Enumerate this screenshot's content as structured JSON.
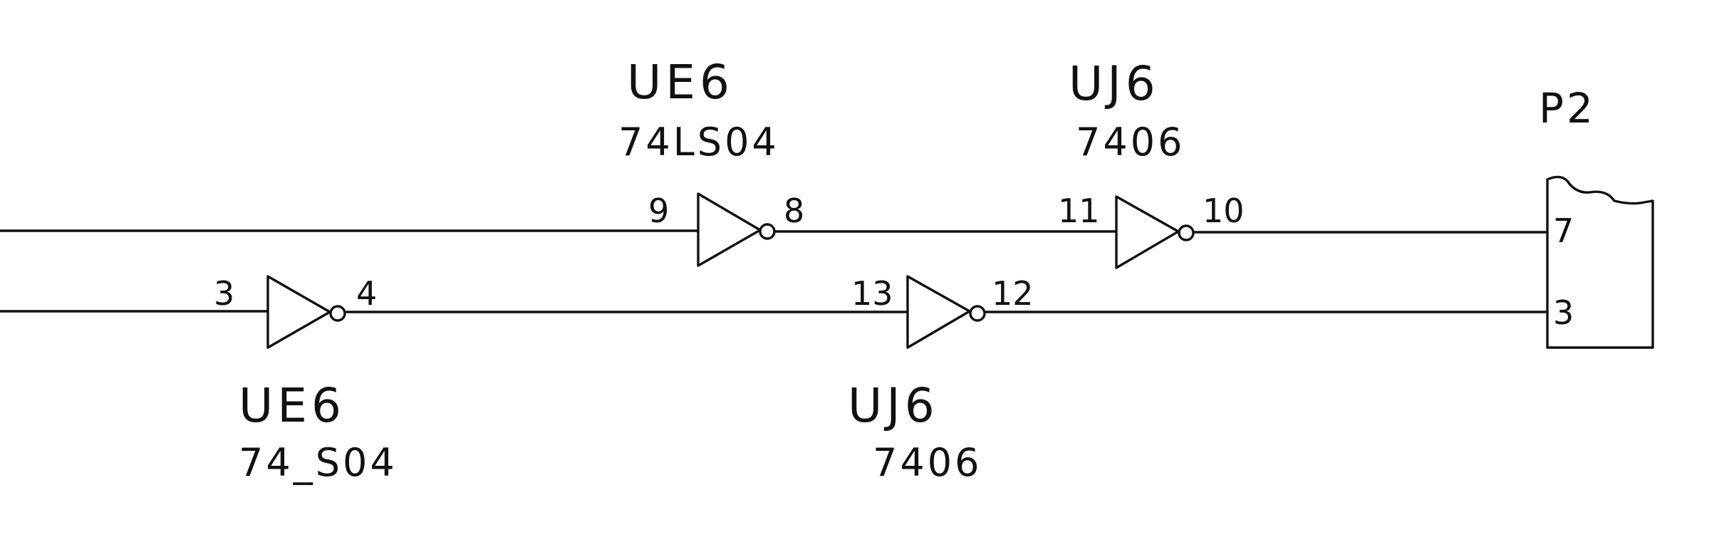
{
  "gates": [
    {
      "id": "ue6-top",
      "ref": "UE6",
      "part": "74LS04",
      "pin_in": "9",
      "pin_out": "8"
    },
    {
      "id": "uj6-top",
      "ref": "UJ6",
      "part": "7406",
      "pin_in": "11",
      "pin_out": "10"
    },
    {
      "id": "ue6-bottom",
      "ref": "UE6",
      "part": "74_S04",
      "pin_in": "3",
      "pin_out": "4"
    },
    {
      "id": "uj6-bottom",
      "ref": "UJ6",
      "part": "7406",
      "pin_in": "13",
      "pin_out": "12"
    }
  ],
  "connector": {
    "ref": "P2",
    "pins": [
      "7",
      "3"
    ]
  },
  "colors": {
    "ink": "#111111",
    "paper": "#ffffff"
  }
}
